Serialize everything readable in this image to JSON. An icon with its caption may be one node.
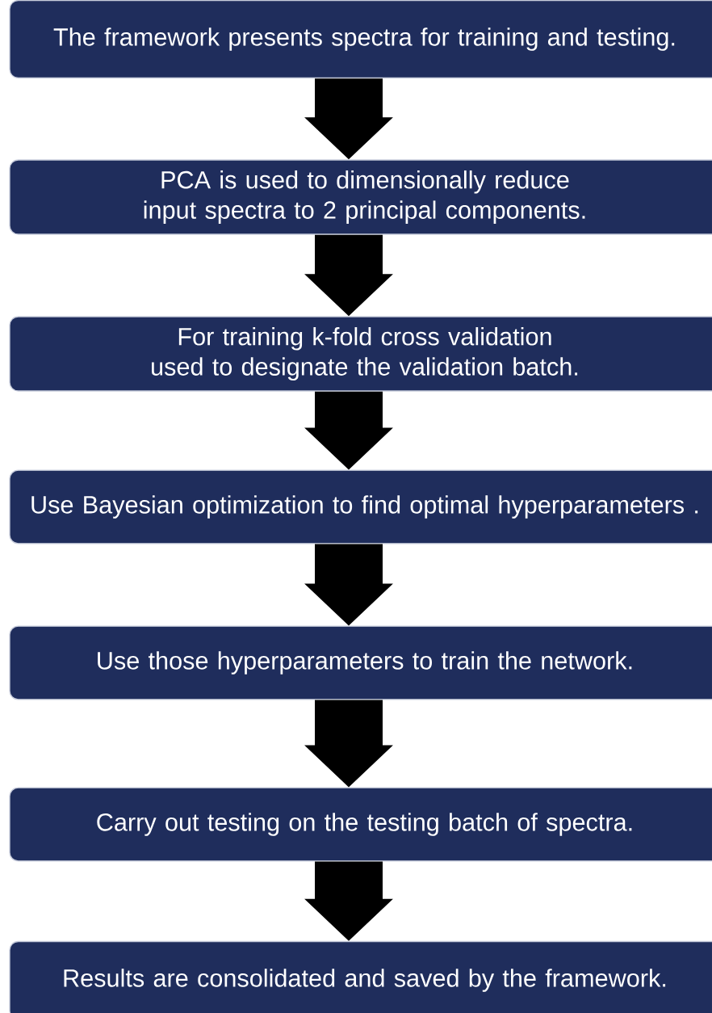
{
  "diagram": {
    "nodes": [
      {
        "text": [
          "The framework presents spectra for training and testing."
        ]
      },
      {
        "text": [
          "PCA is used to dimensionally reduce input spectra to 2 principal components."
        ]
      },
      {
        "text": [
          "For training k-fold cross validation used to designate the validation batch."
        ]
      },
      {
        "text": [
          "Use Bayesian optimization to find optimal hyperparameters ."
        ]
      },
      {
        "text": [
          "Use those hyperparameters to train the network."
        ]
      },
      {
        "text": [
          "Carry out testing on the testing batch of spectra."
        ]
      },
      {
        "text": [
          "Results are consolidated and saved by the framework."
        ]
      }
    ],
    "edges": [
      {
        "from": 0,
        "to": 1,
        "arrow": "to"
      },
      {
        "from": 1,
        "to": 2,
        "arrow": "to"
      },
      {
        "from": 2,
        "to": 3,
        "arrow": "to"
      },
      {
        "from": 3,
        "to": 4,
        "arrow": "to"
      },
      {
        "from": 4,
        "to": 5,
        "arrow": "to"
      },
      {
        "from": 5,
        "to": 6,
        "arrow": "to"
      }
    ]
  }
}
